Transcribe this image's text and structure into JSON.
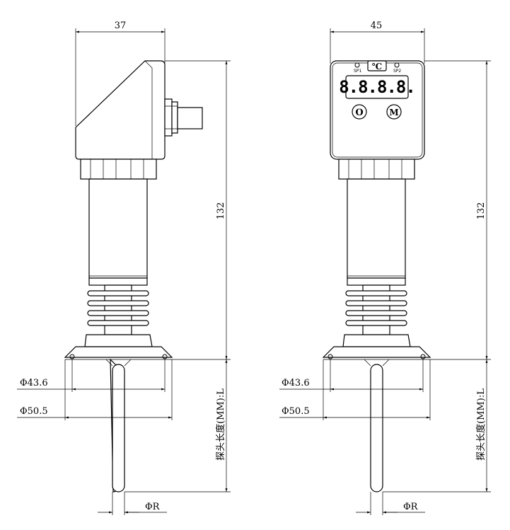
{
  "left_view": {
    "width_dim": "37",
    "height_dim": "132",
    "dia_inner": "Φ43.6",
    "dia_outer": "Φ50.5",
    "probe_label": "探头长度(MM):L",
    "probe_dia": "ΦR"
  },
  "right_view": {
    "width_dim": "45",
    "height_dim": "132",
    "dia_inner": "Φ43.6",
    "dia_outer": "Φ50.5",
    "probe_label": "探头长度(MM):L",
    "probe_dia": "ΦR",
    "display": {
      "unit": "℃",
      "sp1": "SP1",
      "sp2": "SP2",
      "digits": "8.8.8.8.",
      "button_o": "O",
      "button_m": "M"
    }
  }
}
